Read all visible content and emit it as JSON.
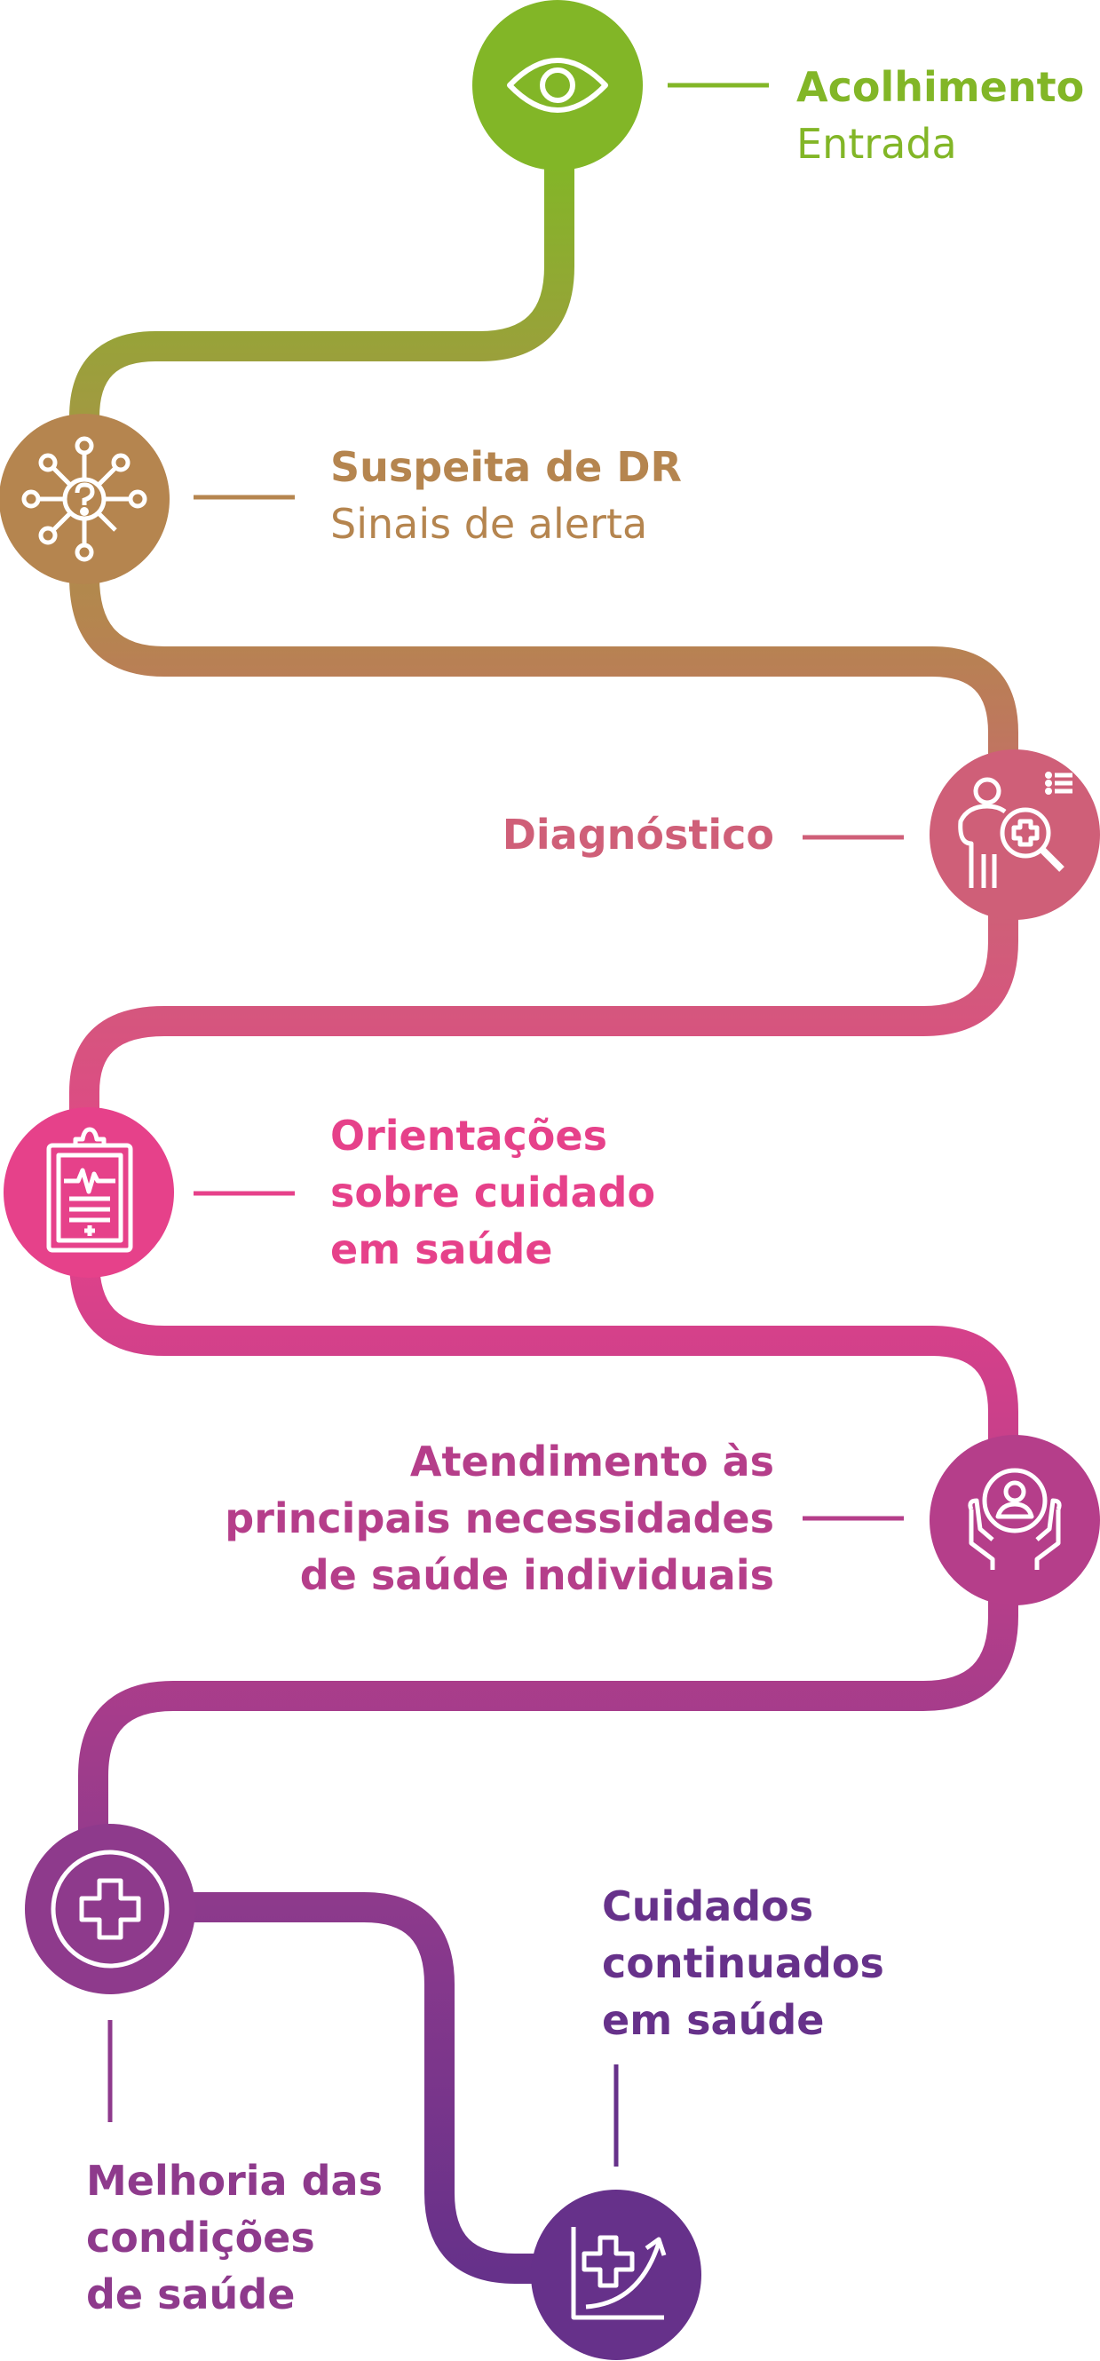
{
  "colors": {
    "green": "#82b627",
    "brown": "#b5854f",
    "rose": "#cf5f78",
    "pink": "#e6418a",
    "magenta": "#b53e8a",
    "purple": "#8e3a8c",
    "violet": "#66318a"
  },
  "steps": [
    {
      "id": "acolhimento",
      "icon": "eye-icon",
      "title": "Acolhimento",
      "subtitle": "Entrada"
    },
    {
      "id": "suspeita",
      "icon": "network-question-icon",
      "title": "Suspeita de DR",
      "subtitle": "Sinais de alerta"
    },
    {
      "id": "diagnostico",
      "icon": "person-magnifier-icon",
      "title": "Diagnóstico"
    },
    {
      "id": "orientacoes",
      "icon": "clipboard-icon",
      "lines": [
        "Orientações",
        "sobre cuidado",
        "em saúde"
      ]
    },
    {
      "id": "atendimento",
      "icon": "hands-care-icon",
      "lines": [
        "Atendimento às",
        "principais necessidades",
        "de saúde individuais"
      ]
    },
    {
      "id": "melhoria",
      "icon": "medical-cross-icon",
      "lines": [
        "Melhoria das",
        "condições",
        "de saúde"
      ]
    },
    {
      "id": "cuidados",
      "icon": "health-growth-icon",
      "lines": [
        "Cuidados",
        "continuados",
        "em saúde"
      ]
    }
  ]
}
